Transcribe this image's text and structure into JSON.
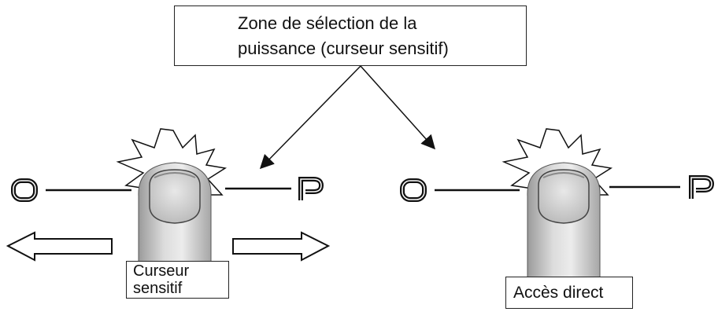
{
  "callouts": {
    "zone_line1": "Zone de sélection de la",
    "zone_line2": "puissance (curseur sensitif)",
    "cursor_line1": "Curseur",
    "cursor_line2": "sensitif",
    "direct": "Accès direct"
  },
  "panels": [
    {
      "name": "curseur-sensitif",
      "left_symbol": "O",
      "right_symbol": "P",
      "slide_arrows": [
        "left",
        "right"
      ]
    },
    {
      "name": "acces-direct",
      "left_symbol": "O",
      "right_symbol": "P"
    }
  ],
  "colors": {
    "finger_light": "#ececec",
    "finger_dark": "#9a9a9a",
    "nail": "#cfcfcf",
    "line": "#111111"
  },
  "icons": [
    "finger-touch-icon",
    "touch-burst-icon",
    "arrow-left-icon",
    "arrow-right-icon",
    "symbol-o-icon",
    "symbol-p-icon"
  ]
}
